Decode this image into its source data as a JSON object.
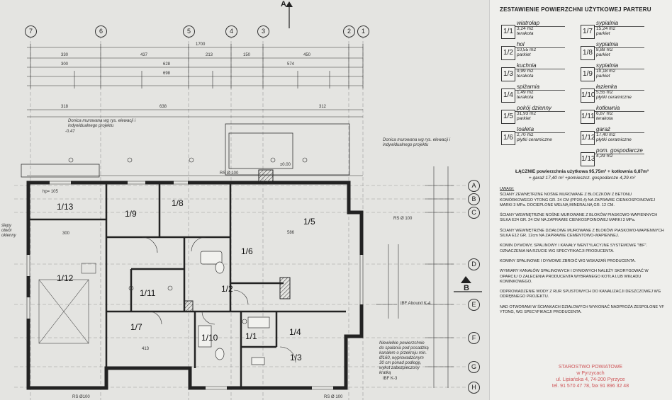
{
  "legend": {
    "title": "ZESTAWIENIE POWIERZCHNI UŻYTKOWEJ PARTERU",
    "rooms": [
      {
        "id": "1/1",
        "name": "wiatrołap",
        "area": "3,24 m2",
        "material": "terakota"
      },
      {
        "id": "1/2",
        "name": "hol",
        "area": "10,55 m2",
        "material": "parkiet"
      },
      {
        "id": "1/3",
        "name": "kuchnia",
        "area": "9,99 m2",
        "material": "terakota"
      },
      {
        "id": "1/4",
        "name": "spiżarnia",
        "area": "1,49 m2",
        "material": "terakota"
      },
      {
        "id": "1/5",
        "name": "pokój dzienny",
        "area": "31,93 m2",
        "material": "parkiet"
      },
      {
        "id": "1/6",
        "name": "toaleta",
        "area": "2,70 m2",
        "material": "płytki ceramiczne"
      },
      {
        "id": "1/7",
        "name": "sypialnia",
        "area": "15,24 m2",
        "material": "parkiet"
      },
      {
        "id": "1/8",
        "name": "sypialnia",
        "area": "8,88 m2",
        "material": "parkiet"
      },
      {
        "id": "1/9",
        "name": "sypialnia",
        "area": "10,18 m2",
        "material": "parkiet"
      },
      {
        "id": "1/10",
        "name": "łazienka",
        "area": "5,55 m2",
        "material": "płytki ceramiczne"
      },
      {
        "id": "1/11",
        "name": "kotłownia",
        "area": "6,87 m2",
        "material": "terakota"
      },
      {
        "id": "1/12",
        "name": "garaż",
        "area": "17,40 m2",
        "material": "płytki ceramiczne"
      },
      {
        "id": "1/13",
        "name": "pom. gospodarcze",
        "area": "4,29 m2",
        "material": ""
      }
    ],
    "total_line1": "ŁĄCZNIE powierzchnia użytkowa 95,75m² + kotłownia 6,87m²",
    "total_line2": "+ garaż 17,40 m² +pomieszcz. gospodarcze 4,29 m²",
    "notes_header": "UWAGI:",
    "notes": [
      "ŚCIANY ZEWNĘTRZNE NOŚNE MUROWANE Z BLOCZKÓW Z BETONU KOMÓRKOWEGO YTONG GR. 24 CM (PP2/0,4) NA ZAPRAWIE CIENKOSPOINOWEJ MARKI 3 MPa. DOCIEPLONE WEŁNĄ MINERALNĄ GR. 12 CM.",
      "ŚCIANY WEWNĘTRZNE NOŚNE MUROWANE Z BLOKÓW PIASKOWO-WAPIENNYCH SILKA E24 GR. 24 CM NA ZAPRAWIE CIENKOSPOINOWEJ MARKI 3 MPa.",
      "ŚCIANY WEWNĘTRZNE DZIAŁOWE MUROWANE Z BLOKÓW PIASKOWO-WAPIENNYCH SILKA E12 GR. 12cm NA ZAPRAWIE CEMENTOWO-WAPIENNEJ.",
      "KOMIN DYMOWY, SPALINOWY I KANAŁY WENTYLACYJNE SYSTEMOWE \"IBF\". OZNACZENIA NA RZUCIE WG SPECYFIKACJI PRODUCENTA.",
      "KOMINY SPALINOWE I DYMOWE ZBROIĆ WG WSKAZAŃ PRODUCENTA.",
      "WYMIARY KANAŁÓW SPALINOWYCH I DYMOWYCH NALEŻY SKORYGOWAĆ W OPARCIU O ZALECENIA PRODUCENTA WYBRANEGO KOTŁA LUB WKŁADU KOMINKOWEGO.",
      "ODPROWADZENIE WODY Z RUR SPUSTOWYCH DO KANALIZACJI DESZCZOWEJ WG ODRĘBNEGO PROJEKTU.",
      "NAD OTWORAMI W ŚCIANKACH DZIAŁOWYCH WYKONAĆ NADPROŻA ZESPOLONE YF YTONG, WG SPECYFIKACJI PRODUCENTA."
    ],
    "stamp": [
      "STAROSTWO POWIATOWE",
      "w Pyrzycach",
      "ul. Lipiańska 4, 74-200 Pyrzyce",
      "tel. 91 570 47 78, fax 91 896 32 48"
    ]
  },
  "plan": {
    "axes_top": [
      "7",
      "6",
      "5",
      "4",
      "3",
      "2",
      "1"
    ],
    "axes_right": [
      "A",
      "B",
      "C",
      "D",
      "E",
      "F",
      "G",
      "H"
    ],
    "section_mark": "B",
    "section_mark_top": "A",
    "overall_dim": "1700",
    "rooms": {
      "r113": "1/13",
      "r19": "1/9",
      "r18": "1/8",
      "r15": "1/5",
      "r16": "1/6",
      "r112": "1/12",
      "r111": "1/11",
      "r12": "1/2",
      "r17": "1/7",
      "r110": "1/10",
      "r14": "1/4",
      "r11": "1/1",
      "r13": "1/3"
    },
    "notes": {
      "n1": "Donica murowana wg rys. elewacji i indywidualnego projektu",
      "n2": "Donica murowana wg rys. elewacji i indywidualnego projektu",
      "n3": "Niewielkie powierzchnie do spalania pod posadzką kanałem o przekroju min. Ø160, wyprowadzonym 30 cm ponad podłogę, wykot zabezpieczony kratką",
      "n4": "ślepy otwór okienny"
    },
    "dims": {
      "d1": "330",
      "d2": "437",
      "d3": "213",
      "d4": "150",
      "d5": "450",
      "d6": "300",
      "d7": "638",
      "d8": "312",
      "d9": "318",
      "d10": "586",
      "d11": "413",
      "d12": "300",
      "d13": "574",
      "d14": "628",
      "d15": "698"
    },
    "labels": {
      "rs1": "RS Ø 100",
      "rs2": "RS Ø 100",
      "ibf1": "IBF Alround K-4",
      "ibf2": "IBF K-3",
      "rs3": "RS Ø100",
      "rs4": "RS Ø 100",
      "hp": "hp= 105",
      "lv": "-0.47",
      "lv2": "±0.00"
    }
  }
}
